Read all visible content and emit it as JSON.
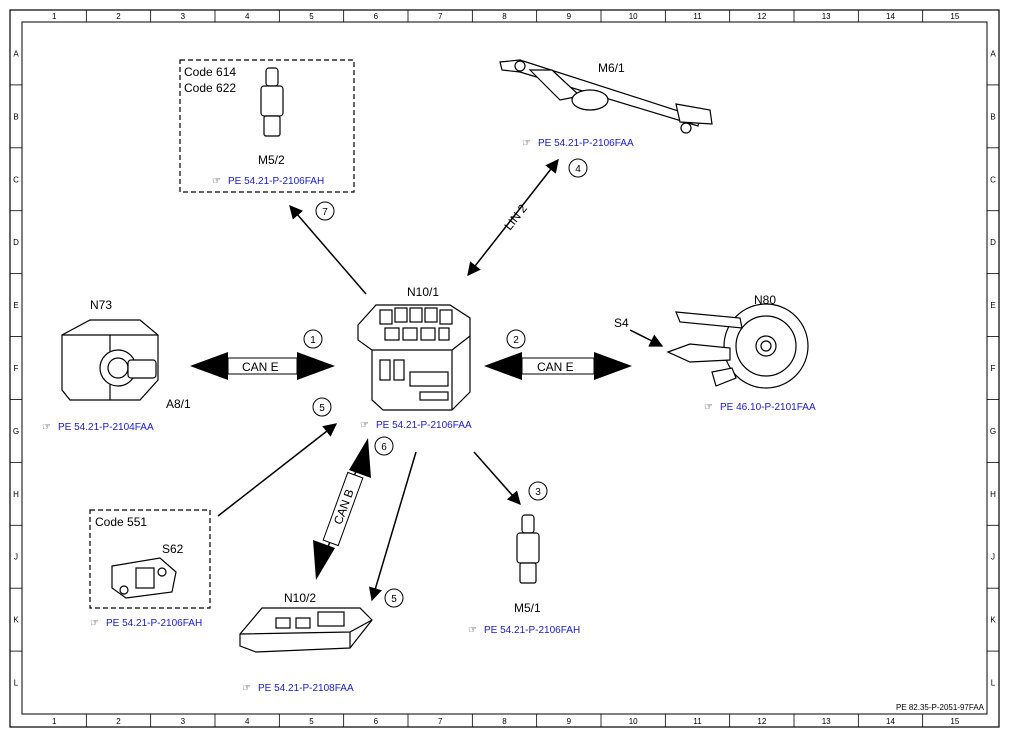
{
  "grid": {
    "columns": [
      "1",
      "2",
      "3",
      "4",
      "5",
      "6",
      "7",
      "8",
      "9",
      "10",
      "11",
      "12",
      "13",
      "14",
      "15"
    ],
    "rows": [
      "A",
      "B",
      "C",
      "D",
      "E",
      "F",
      "G",
      "H",
      "J",
      "K",
      "L"
    ]
  },
  "drawing_number": "PE 82.35-P-2051-97FAA",
  "components": {
    "n10_1": {
      "label": "N10/1",
      "ref": "PE 54.21-P-2106FAA"
    },
    "n73": {
      "label": "N73",
      "sub_label": "A8/1",
      "ref": "PE 54.21-P-2104FAA"
    },
    "n80": {
      "label": "N80",
      "sub_label": "S4",
      "ref": "PE 46.10-P-2101FAA"
    },
    "m6_1": {
      "label": "M6/1",
      "ref": "PE 54.21-P-2106FAA"
    },
    "m5_2": {
      "label": "M5/2",
      "code1": "Code 614",
      "code2": "Code 622",
      "ref": "PE 54.21-P-2106FAH"
    },
    "m5_1": {
      "label": "M5/1",
      "ref": "PE 54.21-P-2106FAH"
    },
    "n10_2": {
      "label": "N10/2",
      "ref": "PE 54.21-P-2108FAA"
    },
    "s62": {
      "label": "S62",
      "code": "Code 551",
      "ref": "PE 54.21-P-2106FAH"
    }
  },
  "connections": {
    "can_e_left": "CAN E",
    "can_e_right": "CAN E",
    "lin_2": "LIN 2",
    "can_b": "CAN B"
  },
  "circled_numbers": [
    "1",
    "2",
    "3",
    "4",
    "5",
    "6",
    "7",
    "5"
  ]
}
